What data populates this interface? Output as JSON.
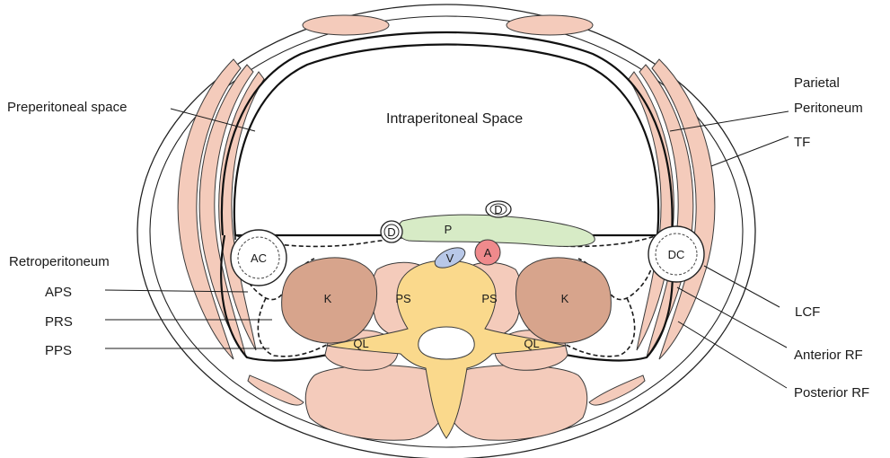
{
  "labels": {
    "intraperitoneal": "Intraperitoneal Space",
    "preperitoneal": "Preperitoneal space",
    "retroperitoneum": "Retroperitoneum",
    "aps": "APS",
    "prs": "PRS",
    "pps": "PPS",
    "parietal_line1": "Parietal",
    "parietal_line2": "Peritoneum",
    "tf": "TF",
    "lcf": "LCF",
    "anterior_rf": "Anterior RF",
    "posterior_rf": "Posterior RF"
  },
  "organs": {
    "ac": "AC",
    "dc": "DC",
    "p": "P",
    "d_left": "D",
    "d_top": "D",
    "a": "A",
    "v": "V",
    "k_left": "K",
    "k_right": "K",
    "ps_left": "PS",
    "ps_right": "PS",
    "ql_left": "QL",
    "ql_right": "QL"
  },
  "colors": {
    "muscle": "#f4cbbb",
    "kidney": "#d7a48c",
    "pancreas": "#d7ebc6",
    "aorta": "#ef8a8c",
    "vena_cava": "#b8c8e8",
    "vertebra": "#fad98c"
  }
}
